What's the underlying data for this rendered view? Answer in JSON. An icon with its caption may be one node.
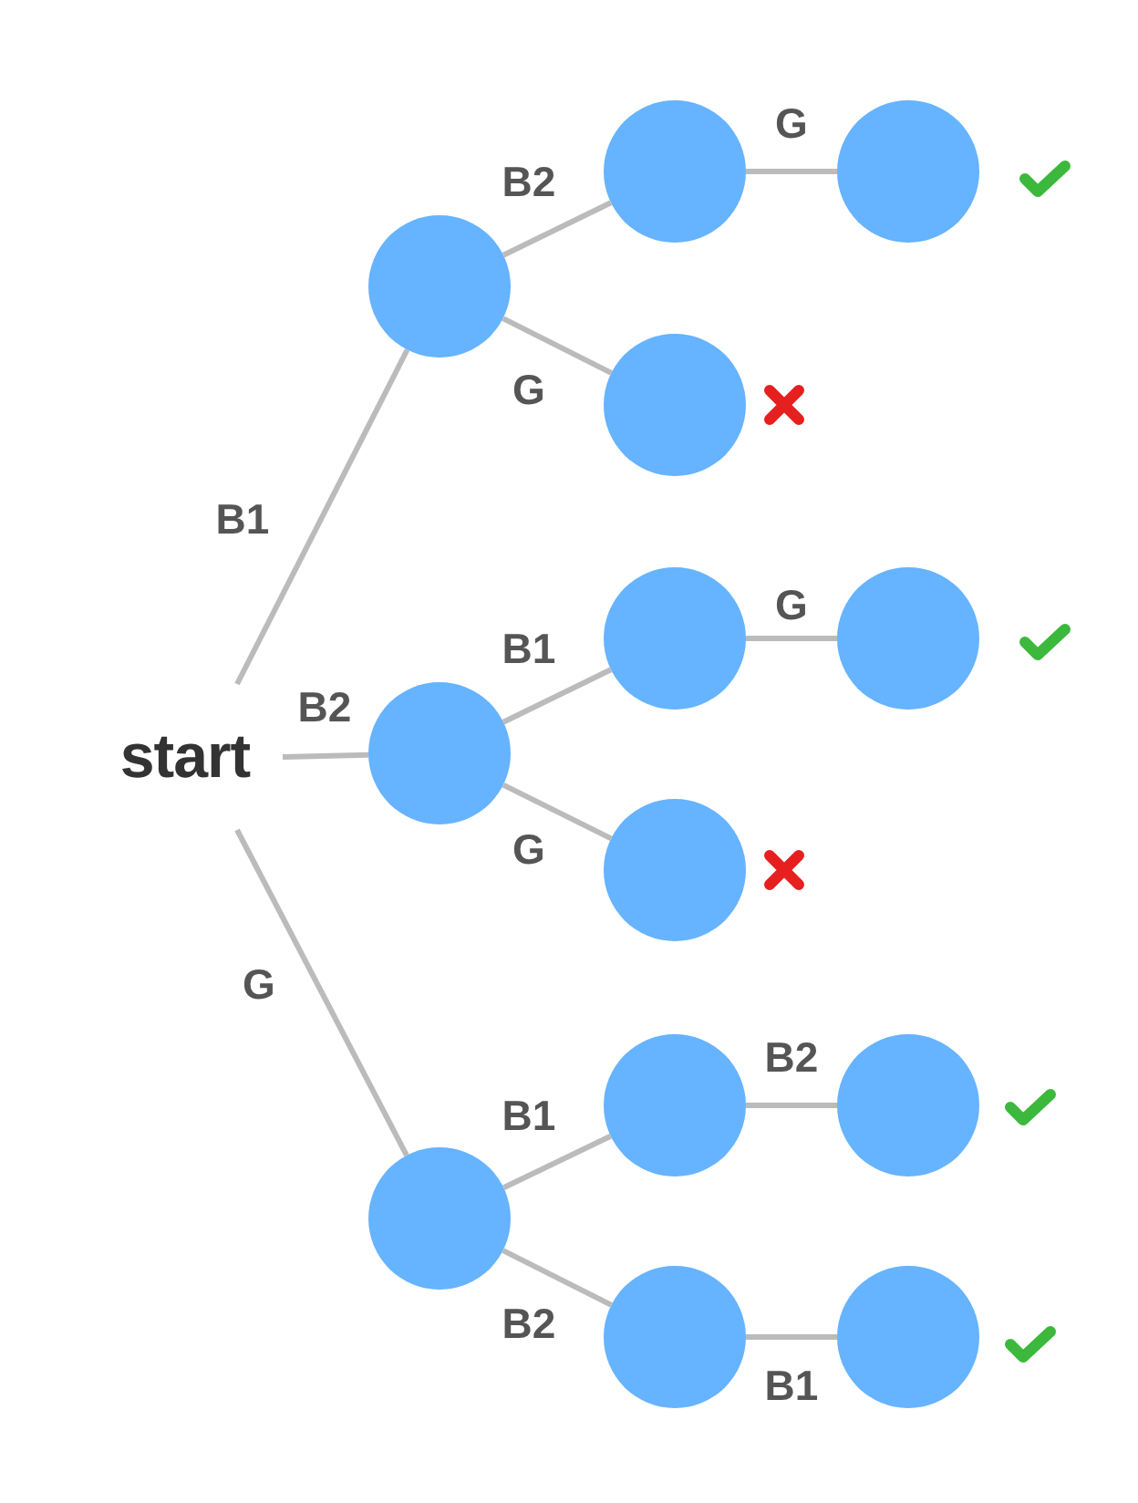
{
  "diagram": {
    "nodes": [
      {
        "text": [
          "start"
        ]
      },
      {
        "text": [],
        "shape": "circle"
      },
      {
        "text": [],
        "shape": "circle"
      },
      {
        "text": [],
        "shape": "circle"
      },
      {
        "text": [],
        "shape": "circle"
      },
      {
        "text": [],
        "shape": "circle"
      },
      {
        "text": [],
        "shape": "circle"
      },
      {
        "text": [],
        "shape": "circle"
      },
      {
        "text": [],
        "shape": "circle"
      },
      {
        "text": [],
        "shape": "circle"
      },
      {
        "text": [],
        "shape": "circle"
      },
      {
        "text": [],
        "shape": "circle"
      },
      {
        "text": [],
        "shape": "circle"
      },
      {
        "text": [],
        "shape": "circle"
      }
    ],
    "edges": [
      {
        "from": 0,
        "to": 1,
        "arrow": "none",
        "label": "B1"
      },
      {
        "from": 0,
        "to": 5,
        "arrow": "none",
        "label": "B2"
      },
      {
        "from": 0,
        "to": 9,
        "arrow": "none",
        "label": "G"
      },
      {
        "from": 1,
        "to": 2,
        "arrow": "none",
        "label": "B2"
      },
      {
        "from": 1,
        "to": 4,
        "arrow": "none",
        "label": "G"
      },
      {
        "from": 2,
        "to": 3,
        "arrow": "none",
        "label": "G"
      },
      {
        "from": 5,
        "to": 6,
        "arrow": "none",
        "label": "B1"
      },
      {
        "from": 5,
        "to": 8,
        "arrow": "none",
        "label": "G"
      },
      {
        "from": 6,
        "to": 7,
        "arrow": "none",
        "label": "G"
      },
      {
        "from": 9,
        "to": 10,
        "arrow": "none",
        "label": "B1"
      },
      {
        "from": 9,
        "to": 12,
        "arrow": "none",
        "label": "B2"
      },
      {
        "from": 10,
        "to": 11,
        "arrow": "none",
        "label": "B2"
      },
      {
        "from": 12,
        "to": 13,
        "arrow": "none",
        "label": "B1"
      }
    ]
  }
}
